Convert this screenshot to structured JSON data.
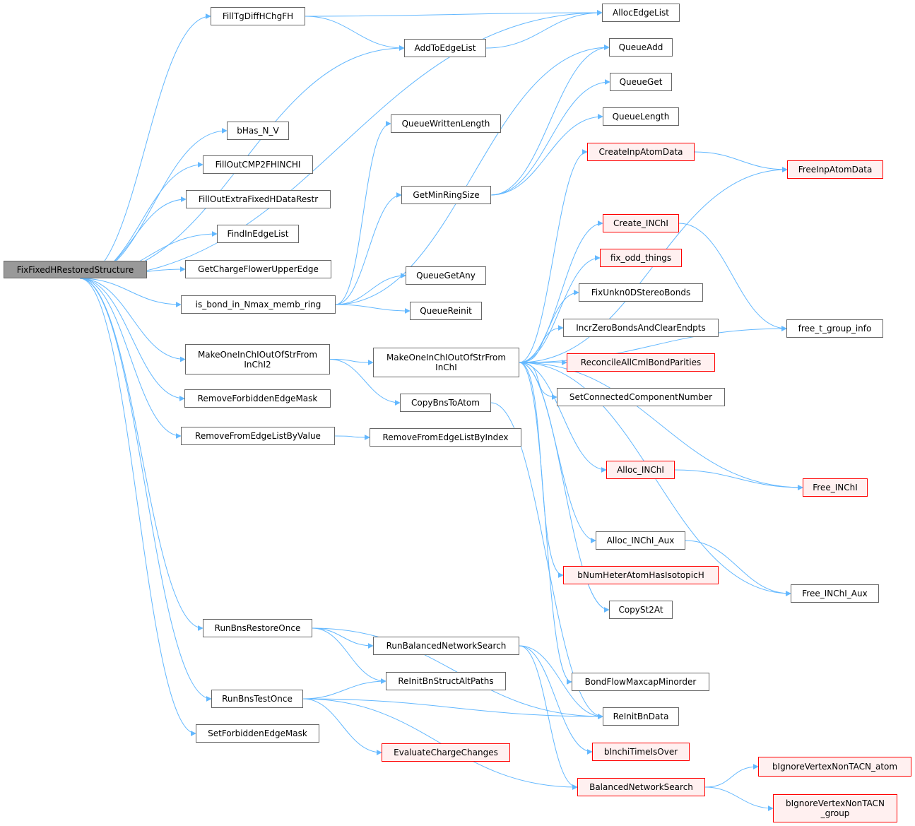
{
  "graph": {
    "colors": {
      "edge": "#63b8ff",
      "border": "#666666",
      "root_fill": "#999999",
      "warn_border": "#ff0000",
      "warn_fill": "#fff0f0"
    },
    "nodes": [
      {
        "id": "root",
        "label": "FixFixedHRestoredStructure",
        "kind": "root"
      },
      {
        "id": "FillTg",
        "label": "FillTgDiffHChgFH",
        "kind": "normal"
      },
      {
        "id": "AllocEdgeList",
        "label": "AllocEdgeList",
        "kind": "normal"
      },
      {
        "id": "AddToEdgeList",
        "label": "AddToEdgeList",
        "kind": "normal"
      },
      {
        "id": "QueueAdd",
        "label": "QueueAdd",
        "kind": "normal"
      },
      {
        "id": "QueueGet",
        "label": "QueueGet",
        "kind": "normal"
      },
      {
        "id": "QueueLength",
        "label": "QueueLength",
        "kind": "normal"
      },
      {
        "id": "QueueWrittenLength",
        "label": "QueueWrittenLength",
        "kind": "normal"
      },
      {
        "id": "bHas",
        "label": "bHas_N_V",
        "kind": "normal"
      },
      {
        "id": "FillOutCMP",
        "label": "FillOutCMP2FHINCHI",
        "kind": "normal"
      },
      {
        "id": "FillOutExtra",
        "label": "FillOutExtraFixedHDataRestr",
        "kind": "normal"
      },
      {
        "id": "FindInEdgeList",
        "label": "FindInEdgeList",
        "kind": "normal"
      },
      {
        "id": "GetCharge",
        "label": "GetChargeFlowerUpperEdge",
        "kind": "normal"
      },
      {
        "id": "isbond",
        "label": "is_bond_in_Nmax_memb_ring",
        "kind": "normal"
      },
      {
        "id": "GetMinRingSize",
        "label": "GetMinRingSize",
        "kind": "normal"
      },
      {
        "id": "QueueGetAny",
        "label": "QueueGetAny",
        "kind": "normal"
      },
      {
        "id": "QueueReinit",
        "label": "QueueReinit",
        "kind": "normal"
      },
      {
        "id": "CreateInpAtomData",
        "label": "CreateInpAtomData",
        "kind": "warn"
      },
      {
        "id": "FreeInpAtomData",
        "label": "FreeInpAtomData",
        "kind": "warn"
      },
      {
        "id": "CreateINChI",
        "label": "Create_INChI",
        "kind": "warn"
      },
      {
        "id": "fixodd",
        "label": "fix_odd_things",
        "kind": "warn"
      },
      {
        "id": "FixUnkn",
        "label": "FixUnkn0DStereoBonds",
        "kind": "normal"
      },
      {
        "id": "IncrZero",
        "label": "IncrZeroBondsAndClearEndpts",
        "kind": "normal"
      },
      {
        "id": "Reconcile",
        "label": "ReconcileAllCmlBondParities",
        "kind": "warn"
      },
      {
        "id": "SetConn",
        "label": "SetConnectedComponentNumber",
        "kind": "normal"
      },
      {
        "id": "freetgroup",
        "label": "free_t_group_info",
        "kind": "normal"
      },
      {
        "id": "MakeOne2",
        "label": "MakeOneInChIOutOfStrFrom\nInChI2",
        "kind": "normal"
      },
      {
        "id": "MakeOne",
        "label": "MakeOneInChIOutOfStrFrom\nInChI",
        "kind": "normal"
      },
      {
        "id": "CopyBns",
        "label": "CopyBnsToAtom",
        "kind": "normal"
      },
      {
        "id": "RemoveForb",
        "label": "RemoveForbiddenEdgeMask",
        "kind": "normal"
      },
      {
        "id": "RemoveVal",
        "label": "RemoveFromEdgeListByValue",
        "kind": "normal"
      },
      {
        "id": "RemoveIdx",
        "label": "RemoveFromEdgeListByIndex",
        "kind": "normal"
      },
      {
        "id": "AllocINChI",
        "label": "Alloc_INChI",
        "kind": "warn"
      },
      {
        "id": "FreeINChI",
        "label": "Free_INChI",
        "kind": "warn"
      },
      {
        "id": "AllocAux",
        "label": "Alloc_INChI_Aux",
        "kind": "normal"
      },
      {
        "id": "bNumHeter",
        "label": "bNumHeterAtomHasIsotopicH",
        "kind": "warn"
      },
      {
        "id": "FreeAux",
        "label": "Free_INChI_Aux",
        "kind": "normal"
      },
      {
        "id": "CopySt2At",
        "label": "CopySt2At",
        "kind": "normal"
      },
      {
        "id": "RunRestore",
        "label": "RunBnsRestoreOnce",
        "kind": "normal"
      },
      {
        "id": "RunBal",
        "label": "RunBalancedNetworkSearch",
        "kind": "normal"
      },
      {
        "id": "BondFlow",
        "label": "BondFlowMaxcapMinorder",
        "kind": "normal"
      },
      {
        "id": "ReInitAlt",
        "label": "ReInitBnStructAltPaths",
        "kind": "normal"
      },
      {
        "id": "RunTest",
        "label": "RunBnsTestOnce",
        "kind": "normal"
      },
      {
        "id": "ReInitBnData",
        "label": "ReInitBnData",
        "kind": "normal"
      },
      {
        "id": "SetForb",
        "label": "SetForbiddenEdgeMask",
        "kind": "normal"
      },
      {
        "id": "EvalCharge",
        "label": "EvaluateChargeChanges",
        "kind": "warn"
      },
      {
        "id": "bInchiTime",
        "label": "bInchiTimeIsOver",
        "kind": "warn"
      },
      {
        "id": "BalancedNS",
        "label": "BalancedNetworkSearch",
        "kind": "warn"
      },
      {
        "id": "bIgnoreAtom",
        "label": "bIgnoreVertexNonTACN_atom",
        "kind": "warn"
      },
      {
        "id": "bIgnoreGroup",
        "label": "bIgnoreVertexNonTACN\n_group",
        "kind": "warn"
      }
    ],
    "edges": [
      [
        "root",
        "FillTg"
      ],
      [
        "root",
        "AddToEdgeList"
      ],
      [
        "root",
        "AllocEdgeList"
      ],
      [
        "root",
        "bHas"
      ],
      [
        "root",
        "FillOutCMP"
      ],
      [
        "root",
        "FillOutExtra"
      ],
      [
        "root",
        "FindInEdgeList"
      ],
      [
        "root",
        "GetCharge"
      ],
      [
        "root",
        "isbond"
      ],
      [
        "root",
        "MakeOne2"
      ],
      [
        "root",
        "RemoveForb"
      ],
      [
        "root",
        "RemoveVal"
      ],
      [
        "root",
        "RunRestore"
      ],
      [
        "root",
        "RunTest"
      ],
      [
        "root",
        "SetForb"
      ],
      [
        "FillTg",
        "AllocEdgeList"
      ],
      [
        "FillTg",
        "AddToEdgeList"
      ],
      [
        "AddToEdgeList",
        "AllocEdgeList"
      ],
      [
        "isbond",
        "QueueWrittenLength"
      ],
      [
        "isbond",
        "QueueAdd"
      ],
      [
        "isbond",
        "GetMinRingSize"
      ],
      [
        "isbond",
        "QueueGetAny"
      ],
      [
        "isbond",
        "QueueReinit"
      ],
      [
        "GetMinRingSize",
        "QueueAdd"
      ],
      [
        "GetMinRingSize",
        "QueueGet"
      ],
      [
        "GetMinRingSize",
        "QueueLength"
      ],
      [
        "MakeOne2",
        "MakeOne"
      ],
      [
        "MakeOne2",
        "CopyBns"
      ],
      [
        "MakeOne",
        "CreateInpAtomData"
      ],
      [
        "MakeOne",
        "FreeInpAtomData"
      ],
      [
        "MakeOne",
        "CreateINChI"
      ],
      [
        "MakeOne",
        "fixodd"
      ],
      [
        "MakeOne",
        "FixUnkn"
      ],
      [
        "MakeOne",
        "IncrZero"
      ],
      [
        "MakeOne",
        "Reconcile"
      ],
      [
        "MakeOne",
        "SetConn"
      ],
      [
        "MakeOne",
        "freetgroup"
      ],
      [
        "MakeOne",
        "AllocINChI"
      ],
      [
        "MakeOne",
        "FreeINChI"
      ],
      [
        "MakeOne",
        "AllocAux"
      ],
      [
        "MakeOne",
        "bNumHeter"
      ],
      [
        "MakeOne",
        "CopySt2At"
      ],
      [
        "MakeOne",
        "FreeAux"
      ],
      [
        "MakeOne",
        "BondFlow"
      ],
      [
        "CreateInpAtomData",
        "FreeInpAtomData"
      ],
      [
        "CreateINChI",
        "freetgroup"
      ],
      [
        "AllocINChI",
        "FreeINChI"
      ],
      [
        "AllocAux",
        "FreeAux"
      ],
      [
        "CopyBns",
        "ReInitBnData"
      ],
      [
        "RemoveVal",
        "RemoveIdx"
      ],
      [
        "RunRestore",
        "RunBal"
      ],
      [
        "RunRestore",
        "ReInitAlt"
      ],
      [
        "RunRestore",
        "ReInitBnData"
      ],
      [
        "RunBal",
        "ReInitBnData"
      ],
      [
        "RunBal",
        "bInchiTime"
      ],
      [
        "RunBal",
        "BalancedNS"
      ],
      [
        "RunTest",
        "ReInitAlt"
      ],
      [
        "RunTest",
        "ReInitBnData"
      ],
      [
        "RunTest",
        "EvalCharge"
      ],
      [
        "RunTest",
        "BalancedNS"
      ],
      [
        "BalancedNS",
        "bIgnoreAtom"
      ],
      [
        "BalancedNS",
        "bIgnoreGroup"
      ]
    ]
  }
}
